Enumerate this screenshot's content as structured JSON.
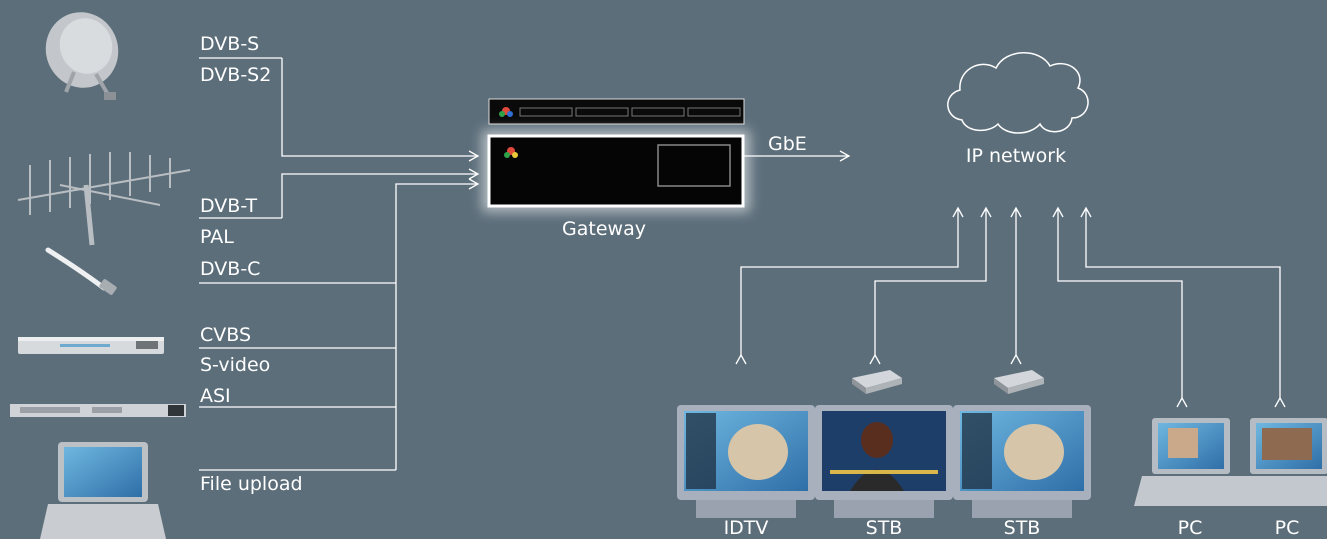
{
  "inputs": {
    "dvb_s": "DVB-S",
    "dvb_s2": "DVB-S2",
    "dvb_t": "DVB-T",
    "pal": "PAL",
    "dvb_c": "DVB-C",
    "cvbs": "CVBS",
    "s_video": "S-video",
    "asi": "ASI",
    "file_upload": "File upload"
  },
  "gateway": {
    "label": "Gateway",
    "link_label": "GbE"
  },
  "network": {
    "label": "IP network"
  },
  "clients": {
    "idtv": "IDTV",
    "stb_1": "STB",
    "stb_2": "STB",
    "pc_1": "PC",
    "pc_2": "PC"
  },
  "colors": {
    "background": "#5c6e7a",
    "lines": "#ffffff",
    "device_body": "#c8ccd2",
    "screen": "#2d7fb5"
  }
}
